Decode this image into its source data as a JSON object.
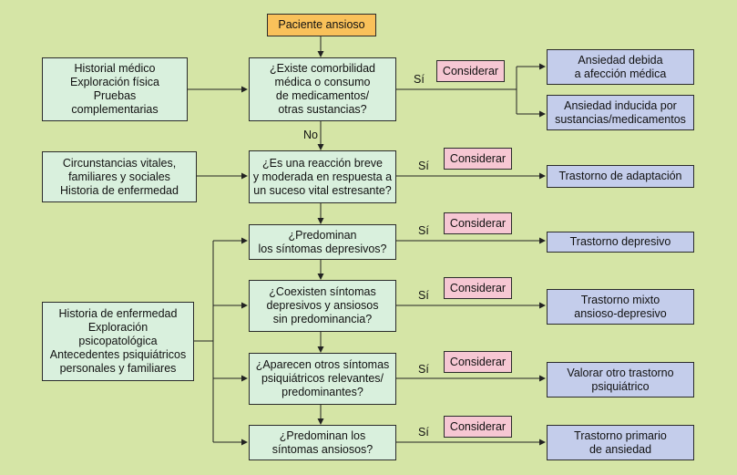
{
  "start": "Paciente ansioso",
  "questions": {
    "q1": "¿Existe comorbilidad\nmédica o consumo\nde medicamentos/\notras sustancias?",
    "q2": "¿Es una reacción breve\ny moderada en respuesta a\nun suceso vital estresante?",
    "q3": "¿Predominan\nlos síntomas depresivos?",
    "q4": "¿Coexisten síntomas\ndepresivos y ansiosos\nsin predominancia?",
    "q5": "¿Aparecen otros síntomas\npsiquiátricos relevantes/\npredominantes?",
    "q6": "¿Predominan los\nsíntomas ansiosos?"
  },
  "context": {
    "c1": "Historial médico\nExploración física\nPruebas\ncomplementarias",
    "c2": "Circunstancias vitales,\nfamiliares y sociales\nHistoria de enfermedad",
    "c3": "Historia de enfermedad\nExploración\npsicopatológica\nAntecedentes psiquiátricos\npersonales y familiares"
  },
  "outcomes": {
    "o1a": "Ansiedad debida\na afección médica",
    "o1b": "Ansiedad inducida por\nsustancias/medicamentos",
    "o2": "Trastorno de adaptación",
    "o3": "Trastorno depresivo",
    "o4": "Trastorno mixto\nansioso-depresivo",
    "o5": "Valorar otro trastorno\npsiquiátrico",
    "o6": "Trastorno primario\nde ansiedad"
  },
  "considerar": "Considerar",
  "yes": "Sí",
  "no": "No"
}
